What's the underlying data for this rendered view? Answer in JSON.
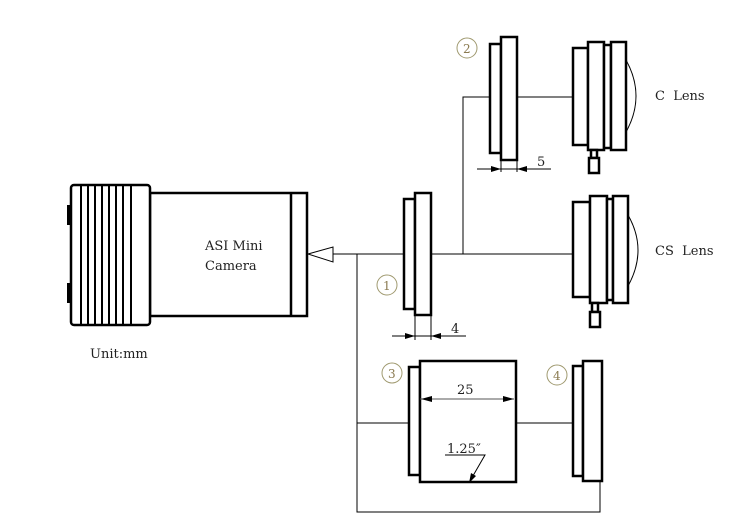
{
  "camera": {
    "line1": "ASI Mini",
    "line2": "Camera"
  },
  "unit_label": "Unit:mm",
  "lenses": {
    "c_lens": "C  Lens",
    "cs_lens": "CS  Lens"
  },
  "parts": [
    {
      "number": "1",
      "dimension": "4"
    },
    {
      "number": "2",
      "dimension": "5"
    },
    {
      "number": "3",
      "dimension": "25",
      "thread": "1.25″"
    },
    {
      "number": "4"
    }
  ]
}
